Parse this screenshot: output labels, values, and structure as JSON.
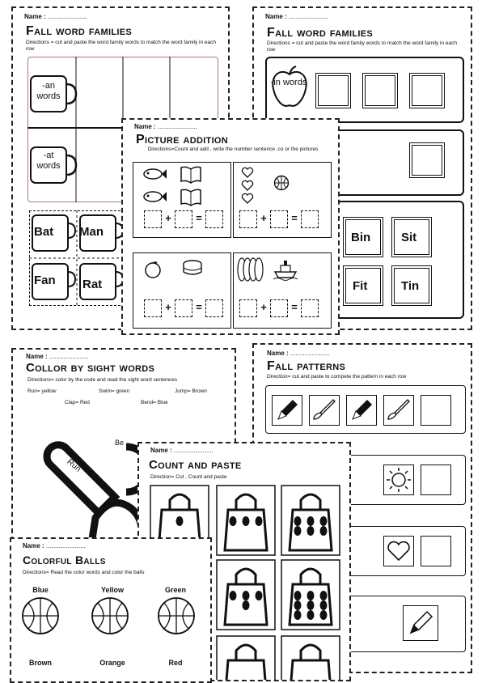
{
  "sheets": {
    "an_at": {
      "name": "Name :",
      "dots": "......................",
      "title": "Fall word families",
      "directions": "Directions = cut and paste the word family words to  match the word family in each row",
      "mug1": "-an words",
      "mug2": "-at words",
      "cards": [
        "Bat",
        "Man",
        "Fan",
        "Rat"
      ]
    },
    "in_it": {
      "name": "Name :",
      "dots": "......................",
      "title": "Fall word families",
      "directions": "Directions = cut and paste the word family words to match the word family in each row",
      "apple": "-in words",
      "cards": [
        "Bin",
        "Sit",
        "Fit",
        "Tin"
      ]
    },
    "picture_addition": {
      "name": "Name :",
      "dots": "......................",
      "title": "Picture addition",
      "directions": "Directions=Count and add , write the number sentence ,co or the pictures",
      "plus": "+",
      "equals": "="
    },
    "sight_words": {
      "name": "Name :",
      "dots": "......................",
      "title": "Collor by sight words",
      "directions": "Directions= color by the code and read the sight word sentences",
      "code_row1": [
        "Run= yellow",
        "Swim= green",
        "Jump= Brown"
      ],
      "code_row2": [
        "Clap= Red",
        "Bend= Blue"
      ],
      "shape_word": "Run",
      "shape_word2": "Be"
    },
    "patterns": {
      "name": "Name :",
      "dots": "......................",
      "title": "Fall patterns",
      "directions": "Direction= cut and paste to compete the pattern in each row"
    },
    "count_paste": {
      "name": "Name :",
      "dots": "......................",
      "title": "Count and paste",
      "directions": "Direction= Cut , Count and paste"
    },
    "balls": {
      "name": "Name :",
      "dots": "......................",
      "title": "Colorful Balls",
      "directions": "Directions= Read the color words and color the balls",
      "colors": [
        "Blue",
        "Yellow",
        "Green",
        "Brown",
        "Orange",
        "Red"
      ]
    }
  }
}
